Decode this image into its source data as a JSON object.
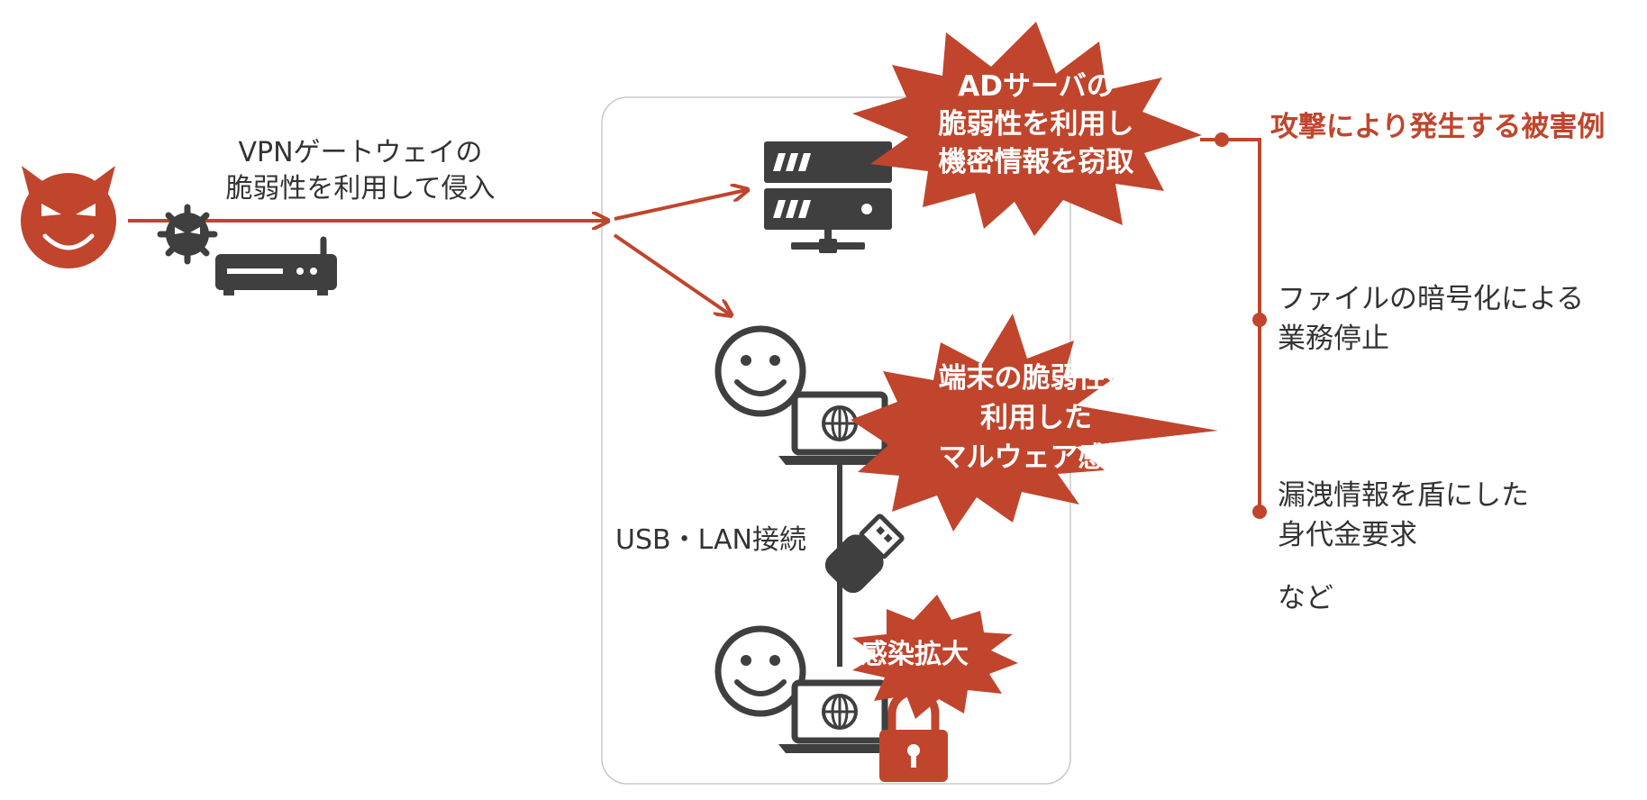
{
  "colors": {
    "accent": "#c0452c",
    "icon_dark": "#3f3f3f",
    "text": "#333333",
    "frame": "#c8c8c8"
  },
  "attacker": {
    "icon": "devil-face-icon",
    "virus_icon": "virus-icon",
    "router_icon": "vpn-gateway-icon",
    "vpn_label": "VPNゲートウェイの\n脆弱性を利用して侵入"
  },
  "network": {
    "server_icon": "server-icon",
    "user_icon": "smiley-user-icon",
    "laptop_icon": "laptop-globe-icon",
    "usb_icon": "usb-plug-icon",
    "lock_icon": "padlock-icon",
    "usb_label": "USB・LAN接続"
  },
  "bursts": {
    "ad_server": "ADサーバの\n脆弱性を利用し\n機密情報を窃取",
    "terminal": "端末の脆弱性を\n利用した\nマルウェア感染",
    "spread": "感染拡大"
  },
  "damage": {
    "title": "攻撃により発生する被害例",
    "items": [
      "ファイルの暗号化による\n業務停止",
      "漏洩情報を盾にした\n身代金要求"
    ],
    "etc": "など"
  }
}
